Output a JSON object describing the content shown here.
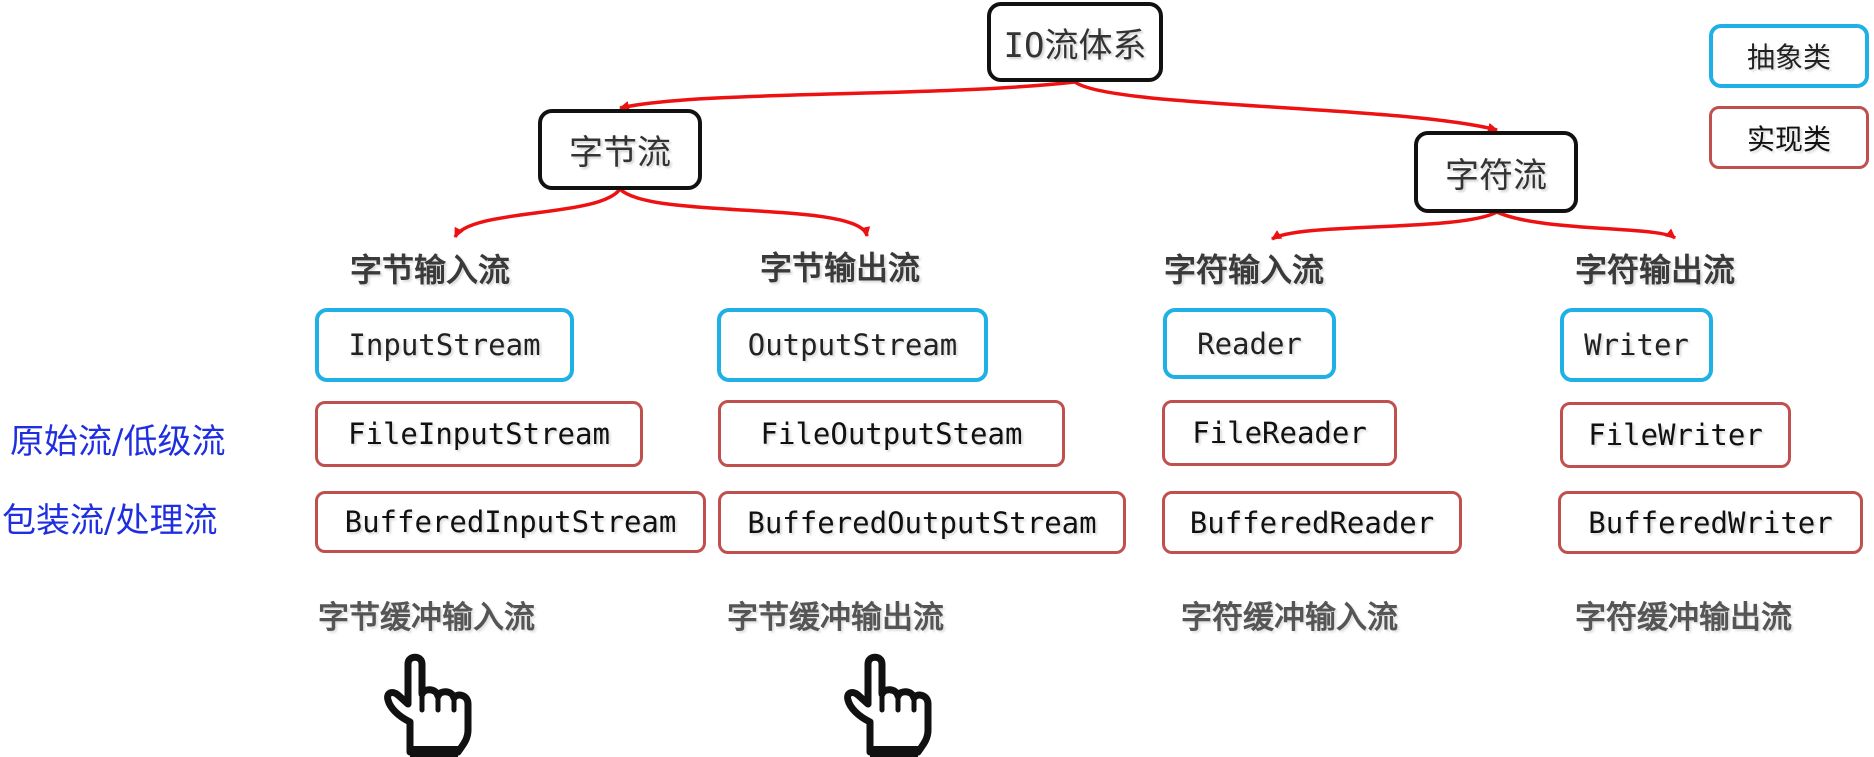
{
  "colors": {
    "edge": "#ee1111",
    "abstract_border": "#1fb0e6",
    "impl_border": "#c0504d",
    "root_border": "#111111",
    "side_label": "#1f2fe0"
  },
  "diagram": {
    "root": "IO流体系",
    "byte_stream": "字节流",
    "char_stream": "字符流",
    "byte_input": {
      "heading": "字节输入流",
      "abstract": "InputStream",
      "raw": "FileInputStream",
      "buffered": "BufferedInputStream",
      "caption": "字节缓冲输入流"
    },
    "byte_output": {
      "heading": "字节输出流",
      "abstract": "OutputStream",
      "raw": "FileOutputSteam",
      "buffered": "BufferedOutputStream",
      "caption": "字节缓冲输出流"
    },
    "char_input": {
      "heading": "字符输入流",
      "abstract": "Reader",
      "raw": "FileReader",
      "buffered": "BufferedReader",
      "caption": "字符缓冲输入流"
    },
    "char_output": {
      "heading": "字符输出流",
      "abstract": "Writer",
      "raw": "FileWriter",
      "buffered": "BufferedWriter",
      "caption": "字符缓冲输出流"
    }
  },
  "side_labels": {
    "raw": "原始流/低级流",
    "wrapper": "包装流/处理流"
  },
  "legend": {
    "abstract": "抽象类",
    "impl": "实现类"
  },
  "icons": [
    "pointing-hand-icon",
    "pointing-hand-icon"
  ]
}
